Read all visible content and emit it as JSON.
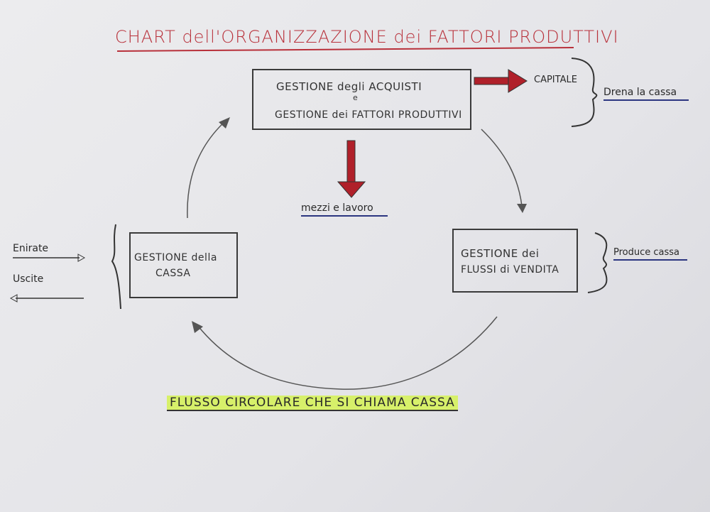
{
  "title": "CHART dell'ORGANIZZAZIONE dei FATTORI PRODUTTIVI",
  "boxes": {
    "acquisti": {
      "line1": "GESTIONE degli ACQUISTI",
      "connector": "e",
      "line2": "GESTIONE dei FATTORI PRODUTTIVI"
    },
    "cassa": {
      "line1": "GESTIONE della",
      "line2": "CASSA"
    },
    "vendita": {
      "line1": "GESTIONE dei",
      "line2": "FLUSSI di VENDITA"
    }
  },
  "labels": {
    "capitale": "CAPITALE",
    "drena": "Drena la cassa",
    "mezzi": "mezzi e lavoro",
    "produce": "Produce cassa",
    "entrate": "Enirate",
    "uscite": "Uscite"
  },
  "footer": "FLUSSO CIRCOLARE CHE SI CHIAMA CASSA",
  "colors": {
    "title": "#b8303a",
    "arrow": "#b0202a",
    "underline": "#2b3580",
    "highlight": "#d7f06a"
  }
}
